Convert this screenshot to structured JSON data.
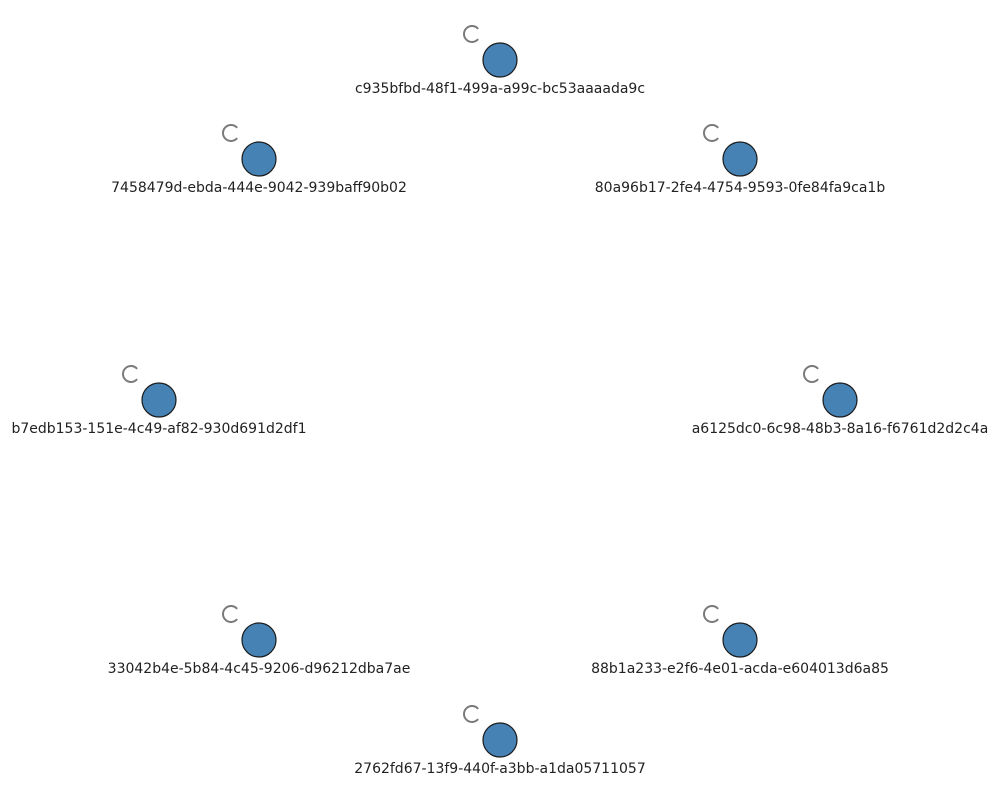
{
  "colors": {
    "node_fill": "#4682b4",
    "node_stroke": "#1a1a1a",
    "loop_stroke": "#7a7a7a",
    "label": "#222222",
    "background": "#ffffff"
  },
  "graph": {
    "layout": "circular",
    "edges": "self-loop on every node",
    "nodes": [
      {
        "id": "c935bfbd-48f1-499a-a99c-bc53aaaada9c",
        "label": "c935bfbd-48f1-499a-a99c-bc53aaaada9c"
      },
      {
        "id": "7458479d-ebda-444e-9042-939baff90b02",
        "label": "7458479d-ebda-444e-9042-939baff90b02"
      },
      {
        "id": "80a96b17-2fe4-4754-9593-0fe84fa9ca1b",
        "label": "80a96b17-2fe4-4754-9593-0fe84fa9ca1b"
      },
      {
        "id": "b7edb153-151e-4c49-af82-930d691d2df1",
        "label": "b7edb153-151e-4c49-af82-930d691d2df1"
      },
      {
        "id": "a6125dc0-6c98-48b3-8a16-f6761d2d2c4a",
        "label": "a6125dc0-6c98-48b3-8a16-f6761d2d2c4a"
      },
      {
        "id": "33042b4e-5b84-4c45-9206-d96212dba7ae",
        "label": "33042b4e-5b84-4c45-9206-d96212dba7ae"
      },
      {
        "id": "88b1a233-e2f6-4e01-acda-e604013d6a85",
        "label": "88b1a233-e2f6-4e01-acda-e604013d6a85"
      },
      {
        "id": "2762fd67-13f9-440f-a3bb-a1da05711057",
        "label": "2762fd67-13f9-440f-a3bb-a1da05711057"
      }
    ]
  }
}
